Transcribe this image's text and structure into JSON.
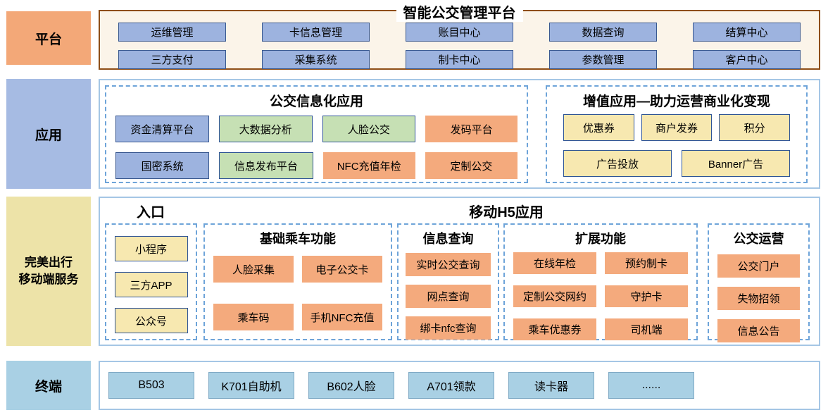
{
  "platform_band": {
    "label": "平台",
    "title": "智能公交管理平台",
    "row1": [
      "运维管理",
      "卡信息管理",
      "账目中心",
      "数据查询",
      "结算中心"
    ],
    "row2": [
      "三方支付",
      "采集系统",
      "制卡中心",
      "参数管理",
      "客户中心"
    ]
  },
  "app_band": {
    "label": "应用",
    "bus_info": {
      "title": "公交信息化应用",
      "row1": [
        {
          "label": "资金清算平台",
          "type": "blue"
        },
        {
          "label": "大数据分析",
          "type": "green"
        },
        {
          "label": "人脸公交",
          "type": "green"
        },
        {
          "label": "发码平台",
          "type": "orange"
        }
      ],
      "row2": [
        {
          "label": "国密系统",
          "type": "blue"
        },
        {
          "label": "信息发布平台",
          "type": "green"
        },
        {
          "label": "NFC充值年检",
          "type": "orange"
        },
        {
          "label": "定制公交",
          "type": "orange"
        }
      ]
    },
    "value_added": {
      "title": "增值应用—助力运营商业化变现",
      "row1": [
        "优惠券",
        "商户发券",
        "积分"
      ],
      "row2": [
        "广告投放",
        "Banner广告"
      ]
    }
  },
  "mobile_band": {
    "label_line1": "完美出行",
    "label_line2": "移动端服务",
    "entry": {
      "title": "入口",
      "items": [
        "小程序",
        "三方APP",
        "公众号"
      ]
    },
    "h5_title": "移动H5应用",
    "groups": [
      {
        "title": "基础乘车功能",
        "items": [
          "人脸采集",
          "电子公交卡",
          "乘车码",
          "手机NFC充值"
        ]
      },
      {
        "title": "信息查询",
        "items": [
          "实时公交查询",
          "网点查询",
          "绑卡nfc查询"
        ]
      },
      {
        "title": "扩展功能",
        "items": [
          "在线年检",
          "预约制卡",
          "定制公交网约",
          "守护卡",
          "乘车优惠券",
          "司机端"
        ]
      },
      {
        "title": "公交运营",
        "items": [
          "公交门户",
          "失物招领",
          "信息公告"
        ]
      }
    ]
  },
  "terminal_band": {
    "label": "终端",
    "items": [
      "B503",
      "K701自助机",
      "B602人脸",
      "A701领款",
      "读卡器",
      "......"
    ]
  },
  "colors": {
    "label_orange": "#f3a878",
    "label_blue": "#a6bbe3",
    "label_yellow": "#ede3a8",
    "label_lightblue": "#a9d0e4",
    "platform_band_fill": "#fbf4e9",
    "platform_band_border": "#8e4e17",
    "band_border": "#a5c6e5",
    "dashed_border": "#6ea4d9",
    "module_blue": "#9db3df",
    "module_green": "#c6e0b4",
    "module_orange": "#f4aa7d",
    "module_yellow": "#f7e8b0",
    "module_border_navy": "#2f5597",
    "terminal_fill": "#a9d0e4"
  }
}
